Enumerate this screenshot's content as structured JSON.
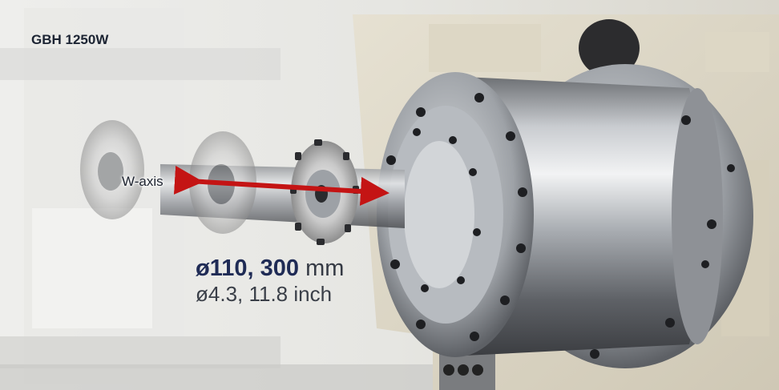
{
  "model": "GBH 1250W",
  "axis_label": "W-axis",
  "spec": {
    "metric_values": "ø110, 300",
    "metric_unit": "mm",
    "imperial": "ø4.3, 11.8 inch"
  },
  "colors": {
    "arrow": "#c41414",
    "model_text": "#1c2433",
    "spec_text": "#1f2b55"
  }
}
